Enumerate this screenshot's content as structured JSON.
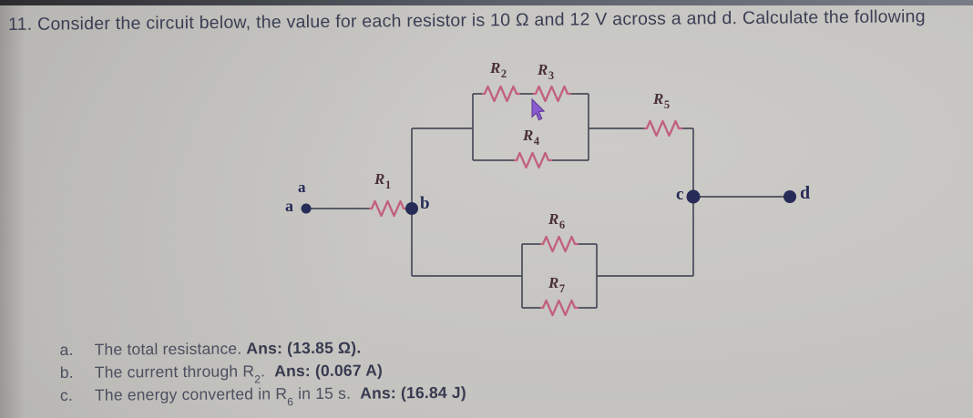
{
  "title": "11. Consider the circuit below, the value for each resistor is 10 Ω and 12 V across a and d. Calculate the following",
  "circuit": {
    "resistor_labels": {
      "r1": {
        "base": "R",
        "sub": "1"
      },
      "r2": {
        "base": "R",
        "sub": "2"
      },
      "r3": {
        "base": "R",
        "sub": "3"
      },
      "r4": {
        "base": "R",
        "sub": "4"
      },
      "r5": {
        "base": "R",
        "sub": "5"
      },
      "r6": {
        "base": "R",
        "sub": "6"
      },
      "r7": {
        "base": "R",
        "sub": "7"
      }
    },
    "node_labels": {
      "a_top": "a",
      "a_left": "a",
      "b": "b",
      "c": "c",
      "d": "d"
    },
    "colors": {
      "wire": "#4a4c5c",
      "resistor": "#c2607e",
      "node": "#272b57",
      "cursor_fill": "#8a5ad0",
      "cursor_outline": "#5d3693"
    }
  },
  "questions": [
    {
      "letter": "a.",
      "text_before": "The total resistance.",
      "sub": "",
      "text_after": "",
      "ans": "Ans: (13.85 Ω)."
    },
    {
      "letter": "b.",
      "text_before": "The current through R",
      "sub": "2",
      "text_after": ". ",
      "ans": "Ans: (0.067 A)"
    },
    {
      "letter": "c.",
      "text_before": "The energy converted in R",
      "sub": "6",
      "text_after": " in 15 s. ",
      "ans": "Ans: (16.84 J)"
    }
  ]
}
